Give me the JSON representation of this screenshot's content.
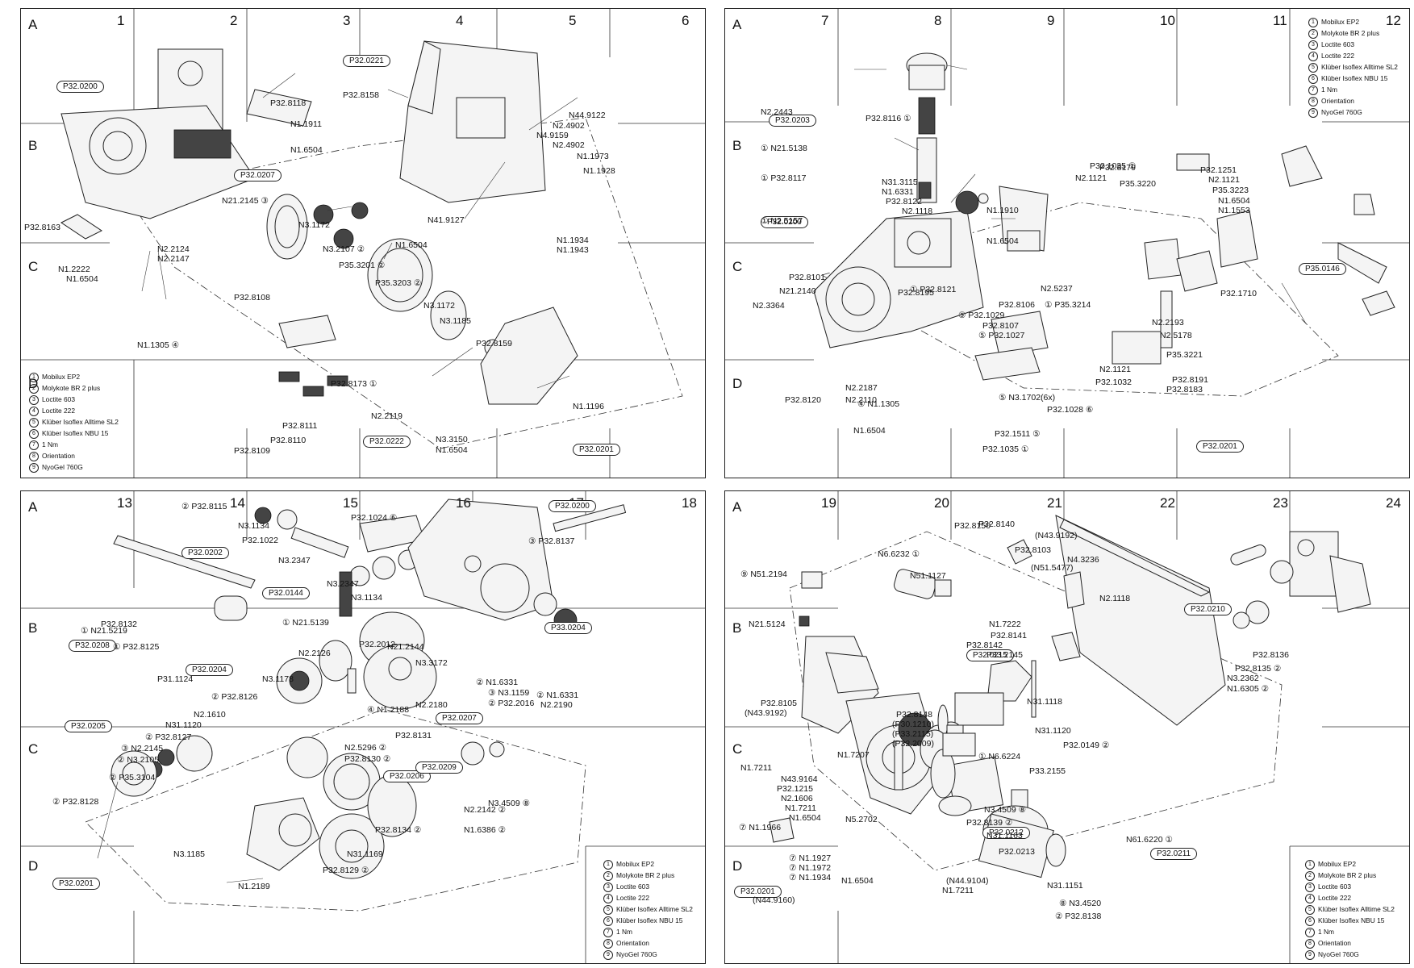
{
  "panels": [
    {
      "columns": [
        "1",
        "2",
        "3",
        "4",
        "5",
        "6"
      ],
      "rows": [
        "A",
        "B",
        "C",
        "D"
      ],
      "boxes": [
        "P32.0200",
        "P32.0221",
        "P32.0207",
        "P32.0222",
        "P32.0201"
      ],
      "labels": [
        "P32.8118",
        "N1.1911",
        "N1.6504",
        "P32.8158",
        "N44.9122",
        "N2.4902",
        "N4.9159",
        "N2.4902",
        "N1.1973",
        "N1.1928",
        "N21.2145 ③",
        "N3.1172",
        "N3.2107 ②",
        "P35.3201 ②",
        "P32.8163",
        "N2.2124",
        "N2.2147",
        "N1.2222",
        "N1.6504",
        "N1.1305 ④",
        "P35.3203 ②",
        "N3.1172",
        "N3.1185",
        "P32.8108",
        "P32.8159",
        "P32.8173 ①",
        "N2.2119",
        "N1.1196",
        "N3.3150",
        "N1.6504",
        "P32.8111",
        "P32.8110",
        "P32.8109",
        "N41.9127",
        "N1.6504",
        "N1.1934",
        "N1.1943"
      ]
    },
    {
      "columns": [
        "7",
        "8",
        "9",
        "10",
        "11",
        "12"
      ],
      "rows": [
        "A",
        "B",
        "C",
        "D"
      ],
      "boxes": [
        "P32.0203",
        "P32.0200",
        "P35.0146",
        "P32.0201"
      ],
      "labels": [
        "N2.2443",
        "P32.8116 ①",
        "① N21.5138",
        "① P32.8117",
        "① N2.5157",
        "N31.3115",
        "N1.6331",
        "P32.8122",
        "N2.1118",
        "N1.1910",
        "N1.6504",
        "P32.8195",
        "P32.8101",
        "N2.3364",
        "① P32.8121",
        "N21.2140",
        "P32.8120",
        "N2.2187",
        "N2.2110",
        "N1.6504",
        "④ N1.1305",
        "P32.8106",
        "⑤ P32.1029",
        "P32.8107",
        "⑤ P32.1027",
        "⑤ N3.1702(6x)",
        "P32.1028 ⑥",
        "P32.1511 ⑤",
        "P32.1035 ①",
        "N2.1121",
        "P32.1032",
        "P32.1035 ①",
        "N2.1121",
        "P32.8179",
        "P35.3220",
        "N2.5237",
        "① P35.3214",
        "P32.1251",
        "N2.1121",
        "P35.3223",
        "N1.6504",
        "N1.1553",
        "P32.1710",
        "N2.2193",
        "N2.5178",
        "P35.3221",
        "P32.8191",
        "P32.8183"
      ]
    },
    {
      "columns": [
        "13",
        "14",
        "15",
        "16",
        "17",
        "18"
      ],
      "rows": [
        "A",
        "B",
        "C",
        "D"
      ],
      "boxes": [
        "P32.0202",
        "P32.0144",
        "P32.0200",
        "P33.0204",
        "P32.0208",
        "P32.0204",
        "P32.0207",
        "P32.0205",
        "P32.0206",
        "P32.0209",
        "P32.0201"
      ],
      "labels": [
        "② P32.8115",
        "N3.1134",
        "P32.1024 ⑥",
        "P32.1022",
        "N3.2347",
        "N3.2347",
        "N3.1134",
        "③ P32.8137",
        "① N21.5219",
        "① P32.8125",
        "P31.1124",
        "① N21.5139",
        "P32.2012",
        "N21.2144",
        "N2.2126",
        "N3.3172",
        "② N1.6331",
        "③ N3.1159",
        "② P32.2016",
        "② N1.6331",
        "N2.2190",
        "N3.1178",
        "② P32.8126",
        "N2.1610",
        "N31.1120",
        "② P32.8127",
        "③ N2.2145",
        "② N3.2105",
        "② P35.3104",
        "② P32.8128",
        "④ N1.2188",
        "N2.2180",
        "P32.8131",
        "N2.5296 ②",
        "P32.8130 ②",
        "N2.2142 ②",
        "N3.4509 ⑧",
        "N1.6386 ②",
        "P32.8134 ②",
        "N31.1169",
        "P32.8129 ②",
        "N3.1185",
        "N1.2189",
        "P32.8132"
      ]
    },
    {
      "columns": [
        "19",
        "20",
        "21",
        "22",
        "23",
        "24"
      ],
      "rows": [
        "A",
        "B",
        "C",
        "D"
      ],
      "boxes": [
        "P32.0215",
        "P32.0210",
        "P32.0212",
        "P32.0211",
        "P32.0201"
      ],
      "labels": [
        "⑨ N51.2194",
        "N6.6232 ①",
        "N51.1127",
        "P32.8150",
        "P32.8140",
        "(N43.9192)",
        "P32.8103",
        "(N51.5477)",
        "N4.3236",
        "N2.1118",
        "N21.5124",
        "N1.7222",
        "P32.8141",
        "P32.8142",
        "P33.2145",
        "P32.8136",
        "P32.8135 ②",
        "N3.2362",
        "N1.6305 ②",
        "P32.8105",
        "(N43.9192)",
        "P32.8148",
        "(P30.1210)",
        "(P33.2115)",
        "(P32.2009)",
        "N31.1118",
        "N31.1120",
        "P32.0149 ②",
        "N1.7207",
        "N1.7211",
        "N43.9164",
        "P32.1215",
        "N2.1606",
        "N1.7211",
        "N1.6504",
        "⑦ N1.1966",
        "N5.2702",
        "① N6.6224",
        "P33.2155",
        "N3.4509 ⑧",
        "P32.8139 ②",
        "N31.1163",
        "P32.0213",
        "N61.6220 ①",
        "⑦ N1.1927",
        "⑦ N1.1972",
        "⑦ N1.1934",
        "N1.6504",
        "(N44.9104)",
        "N1.7211",
        "(N44.9160)",
        "N31.1151",
        "⑧ N3.4520",
        "② P32.8138"
      ]
    }
  ],
  "legend": [
    {
      "num": "1",
      "text": "Mobilux EP2"
    },
    {
      "num": "2",
      "text": "Molykote BR 2 plus"
    },
    {
      "num": "3",
      "text": "Loctite 603"
    },
    {
      "num": "4",
      "text": "Loctite 222"
    },
    {
      "num": "5",
      "text": "Klüber Isoflex Alltime SL2"
    },
    {
      "num": "6",
      "text": "Klüber Isoflex NBU 15"
    },
    {
      "num": "7",
      "text": "1 Nm"
    },
    {
      "num": "8",
      "text": "Orientation"
    },
    {
      "num": "9",
      "text": "NyoGel 760G"
    }
  ]
}
